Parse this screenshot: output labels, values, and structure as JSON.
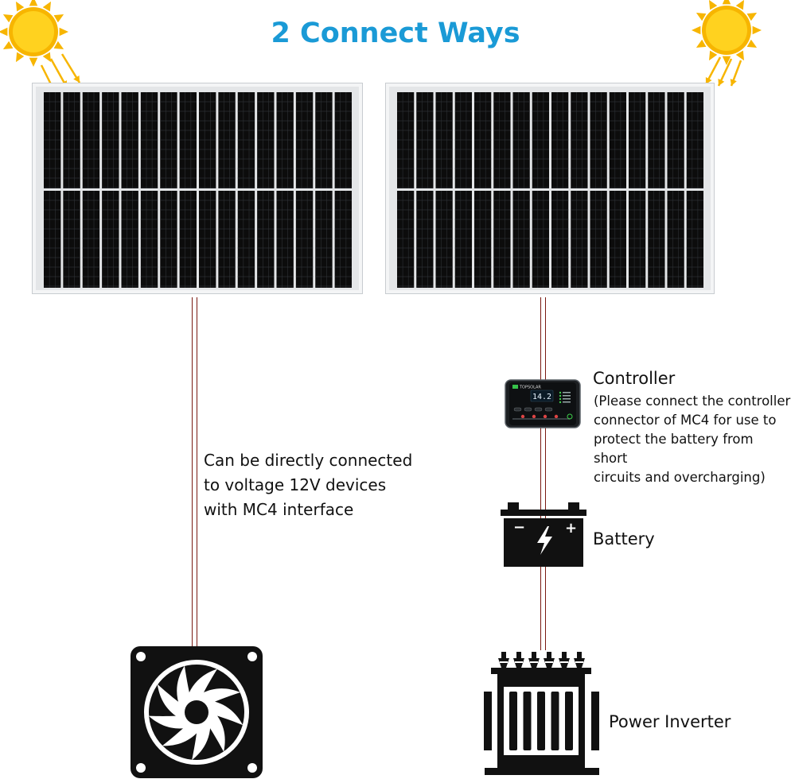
{
  "title": "2 Connect Ways",
  "colors": {
    "title": "#1a9ad6",
    "sun": "#f7b500",
    "sun_core": "#ffd21f",
    "panel_cell": "#0c0c0c",
    "panel_frame": "#e4e6e8",
    "wire_outline": "#7a1a12",
    "icon": "#111111"
  },
  "panels": [
    {
      "name": "left-solar-panel"
    },
    {
      "name": "right-solar-panel"
    }
  ],
  "direct_connection": {
    "lines": [
      "Can be directly connected",
      "to voltage 12V devices",
      "with MC4 interface"
    ],
    "device_icon": "fan-icon"
  },
  "controller": {
    "title": "Controller",
    "note_lines": [
      "(Please connect the controller",
      "connector of MC4 for use to",
      "protect the battery from short",
      "circuits and overcharging)"
    ],
    "display_reading": "14.2",
    "brand": "TOPSOLAR"
  },
  "battery": {
    "label": "Battery",
    "minus": "−",
    "plus": "+"
  },
  "inverter": {
    "label": "Power Inverter"
  }
}
